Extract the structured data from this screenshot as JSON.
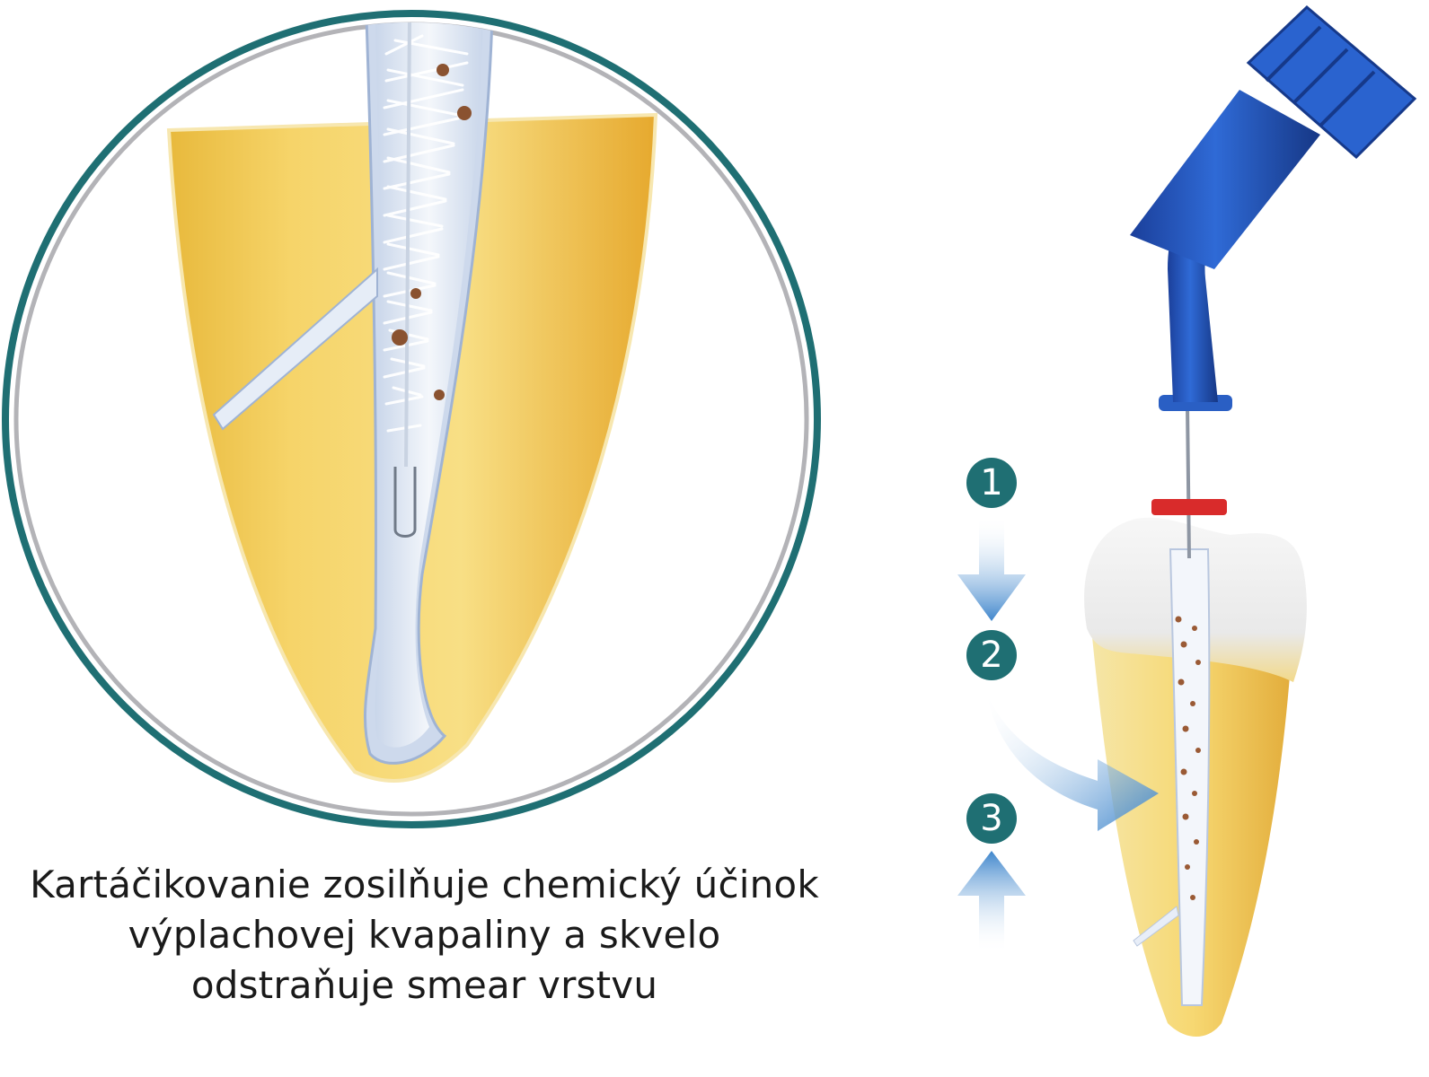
{
  "caption": {
    "line1": "Kartáčikovanie zosilňuje chemický účinok",
    "line2": "výplachovej kvapaliny a skvelo",
    "line3": "odstraňuje smear  vrstvu"
  },
  "steps": {
    "step1": "1",
    "step2": "2",
    "step3": "3"
  },
  "colors": {
    "frame_outer": "#1f6f73",
    "frame_inner": "#b3b3b7",
    "dentin": "#f2cf63",
    "canal": "#eef2f8",
    "instrument_handle": "#2a5fc4",
    "stopper": "#d92b2b",
    "step_badge": "#1f6f73",
    "arrow": "#4a8fd0"
  }
}
